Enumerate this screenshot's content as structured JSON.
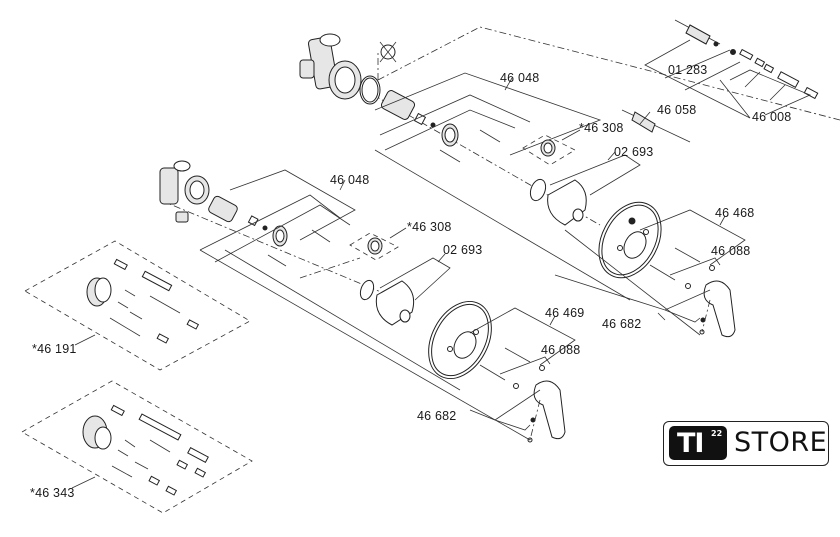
{
  "diagram": {
    "title": "Exploded parts diagram - concealed shower mixer",
    "labels": {
      "upper_cartridge_set": "01 283",
      "upper_thermo_element": "46 058",
      "upper_extension_set": "46 008",
      "upper_cartridge_nut": "46 048",
      "upper_diverter": "*46 308",
      "upper_sleeve": "02 693",
      "upper_rosette": "46 468",
      "upper_screws": "46 088",
      "upper_handle": "46 682",
      "lower_cartridge_nut": "46 048",
      "lower_diverter": "*46 308",
      "lower_sleeve": "02 693",
      "lower_rosette": "46 469",
      "lower_screws": "46 088",
      "lower_handle": "46 682",
      "extension_kit_a": "*46 191",
      "extension_kit_b": "*46 343"
    }
  },
  "logo": {
    "badge_text": "TI",
    "badge_superscript": "22",
    "store_text": "STORE"
  }
}
